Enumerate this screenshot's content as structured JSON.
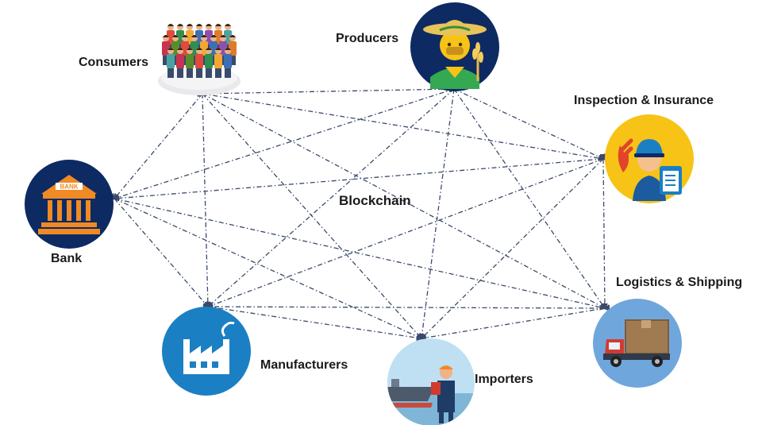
{
  "diagram": {
    "center_label": "Blockchain",
    "nodes": [
      {
        "id": "consumers",
        "label": "Consumers",
        "icon": "crowd-icon"
      },
      {
        "id": "producers",
        "label": "Producers",
        "icon": "farmer-icon"
      },
      {
        "id": "inspection",
        "label": "Inspection & Insurance",
        "icon": "inspector-icon"
      },
      {
        "id": "bank",
        "label": "Bank",
        "icon": "bank-icon"
      },
      {
        "id": "logistics",
        "label": "Logistics & Shipping",
        "icon": "delivery-truck-icon"
      },
      {
        "id": "manufacturers",
        "label": "Manufacturers",
        "icon": "factory-icon"
      },
      {
        "id": "importers",
        "label": "Importers",
        "icon": "port-worker-icon"
      }
    ],
    "edges": [
      [
        "consumers",
        "producers"
      ],
      [
        "consumers",
        "inspection"
      ],
      [
        "consumers",
        "bank"
      ],
      [
        "consumers",
        "logistics"
      ],
      [
        "consumers",
        "manufacturers"
      ],
      [
        "consumers",
        "importers"
      ],
      [
        "producers",
        "inspection"
      ],
      [
        "producers",
        "bank"
      ],
      [
        "producers",
        "logistics"
      ],
      [
        "producers",
        "manufacturers"
      ],
      [
        "producers",
        "importers"
      ],
      [
        "inspection",
        "bank"
      ],
      [
        "inspection",
        "logistics"
      ],
      [
        "inspection",
        "manufacturers"
      ],
      [
        "inspection",
        "importers"
      ],
      [
        "bank",
        "logistics"
      ],
      [
        "bank",
        "manufacturers"
      ],
      [
        "bank",
        "importers"
      ],
      [
        "logistics",
        "manufacturers"
      ],
      [
        "logistics",
        "importers"
      ],
      [
        "manufacturers",
        "importers"
      ]
    ],
    "colors": {
      "navy": "#0d2a63",
      "gold": "#f7c316",
      "blue": "#1b7fc4",
      "sky": "#9ccbe8",
      "edge": "#3b4a6b",
      "orange": "#f08a24"
    }
  }
}
